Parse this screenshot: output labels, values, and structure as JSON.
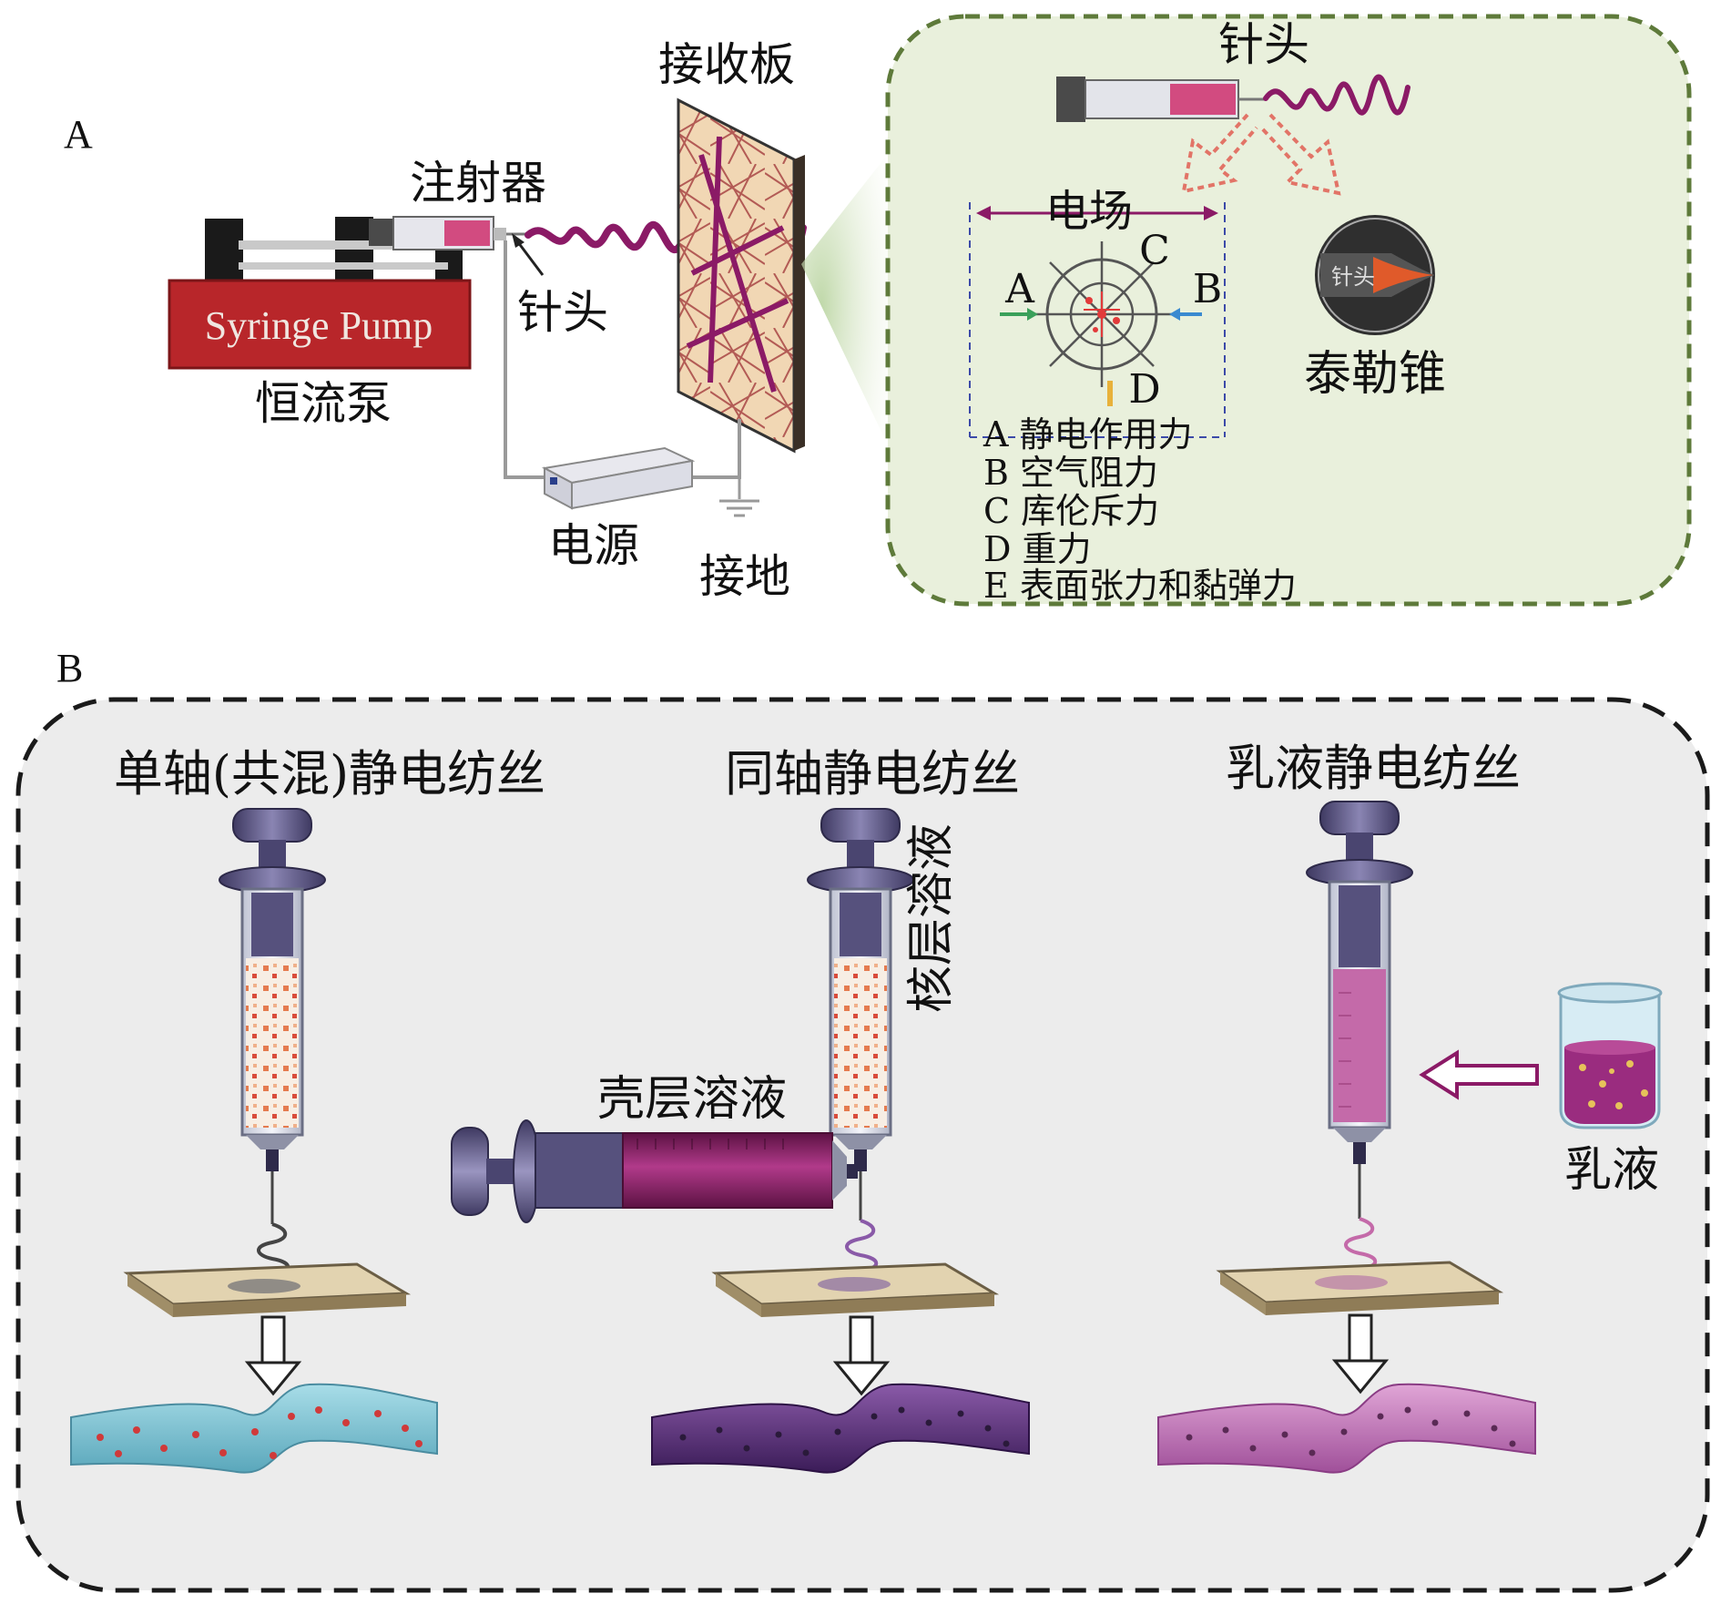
{
  "panel_a": {
    "letter": "A",
    "pump_text": "Syringe Pump",
    "pump_label": "恒流泵",
    "syringe_label": "注射器",
    "needle_label": "针头",
    "collector_label": "接收板",
    "power_label": "电源",
    "ground_label": "接地",
    "inset": {
      "needle_label": "针头",
      "field_label": "电场",
      "force_marks": {
        "a": "A",
        "b": "B",
        "c": "C",
        "d": "D"
      },
      "cone_inner_label": "针头",
      "taylor_cone_label": "泰勒锥",
      "legend": [
        "A 静电作用力",
        "B 空气阻力",
        "C 库伦斥力",
        "D 重力",
        "E 表面张力和黏弹力"
      ]
    }
  },
  "panel_b": {
    "letter": "B",
    "uniaxial_title": "单轴(共混)静电纺丝",
    "coaxial_title": "同轴静电纺丝",
    "emulsion_title": "乳液静电纺丝",
    "core_solution": "核层溶液",
    "shell_solution": "壳层溶液",
    "emulsion_label": "乳液"
  },
  "colors": {
    "pump_red": "#b8262a",
    "jet_magenta": "#8b1a66",
    "inset_bg": "#e9f0dc",
    "inset_border": "#5e7a3a",
    "panel_b_bg": "#ececec",
    "syringe_purple": "#55507a",
    "fiber_cyan": "#7ec4d3",
    "fiber_purple": "#5a2f7c",
    "fiber_pink": "#c277b7"
  }
}
